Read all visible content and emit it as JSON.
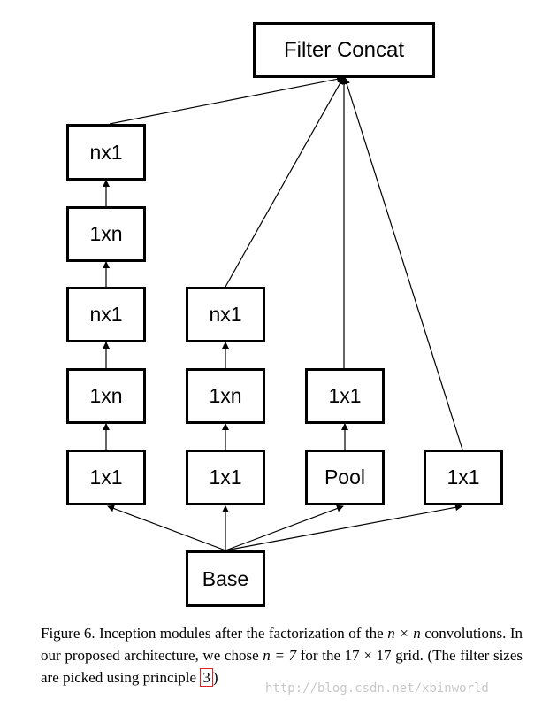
{
  "diagram": {
    "nodes": {
      "concat": "Filter Concat",
      "b1_nx1_top": "nx1",
      "b1_1xn_top": "1xn",
      "b1_nx1": "nx1",
      "b1_1xn": "1xn",
      "b1_1x1": "1x1",
      "b2_nx1": "nx1",
      "b2_1xn": "1xn",
      "b2_1x1": "1x1",
      "b3_1x1": "1x1",
      "b3_pool": "Pool",
      "b4_1x1": "1x1",
      "base": "Base"
    }
  },
  "caption": {
    "prefix": "Figure 6. Inception modules after the factorization of the ",
    "math1": "n × n",
    "middle": " convolutions. In our proposed architecture, we chose ",
    "math2": "n = 7",
    "middle2": " for the ",
    "math3": "17 × 17",
    "suffix": " grid. (The filter sizes are picked using principle ",
    "ref": "3",
    "close": ")"
  },
  "watermark": "http://blog.csdn.net/xbinworld"
}
